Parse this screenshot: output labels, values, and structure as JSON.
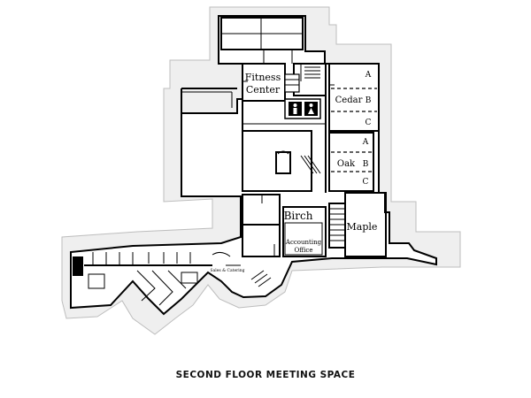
{
  "caption": "SECOND FLOOR MEETING SPACE",
  "rooms": {
    "fitness": [
      "Fitness",
      "Center"
    ],
    "cedar": "Cedar",
    "cedar_a": "A",
    "cedar_b": "B",
    "cedar_c": "C",
    "oak": "Oak",
    "oak_a": "A",
    "oak_b": "B",
    "oak_c": "C",
    "birch": "Birch",
    "accounting": [
      "Accounting",
      "Office"
    ],
    "maple": "Maple",
    "sales": "Sales & Catering"
  },
  "colors": {
    "wall": "#000000",
    "halo": "#efefef"
  }
}
